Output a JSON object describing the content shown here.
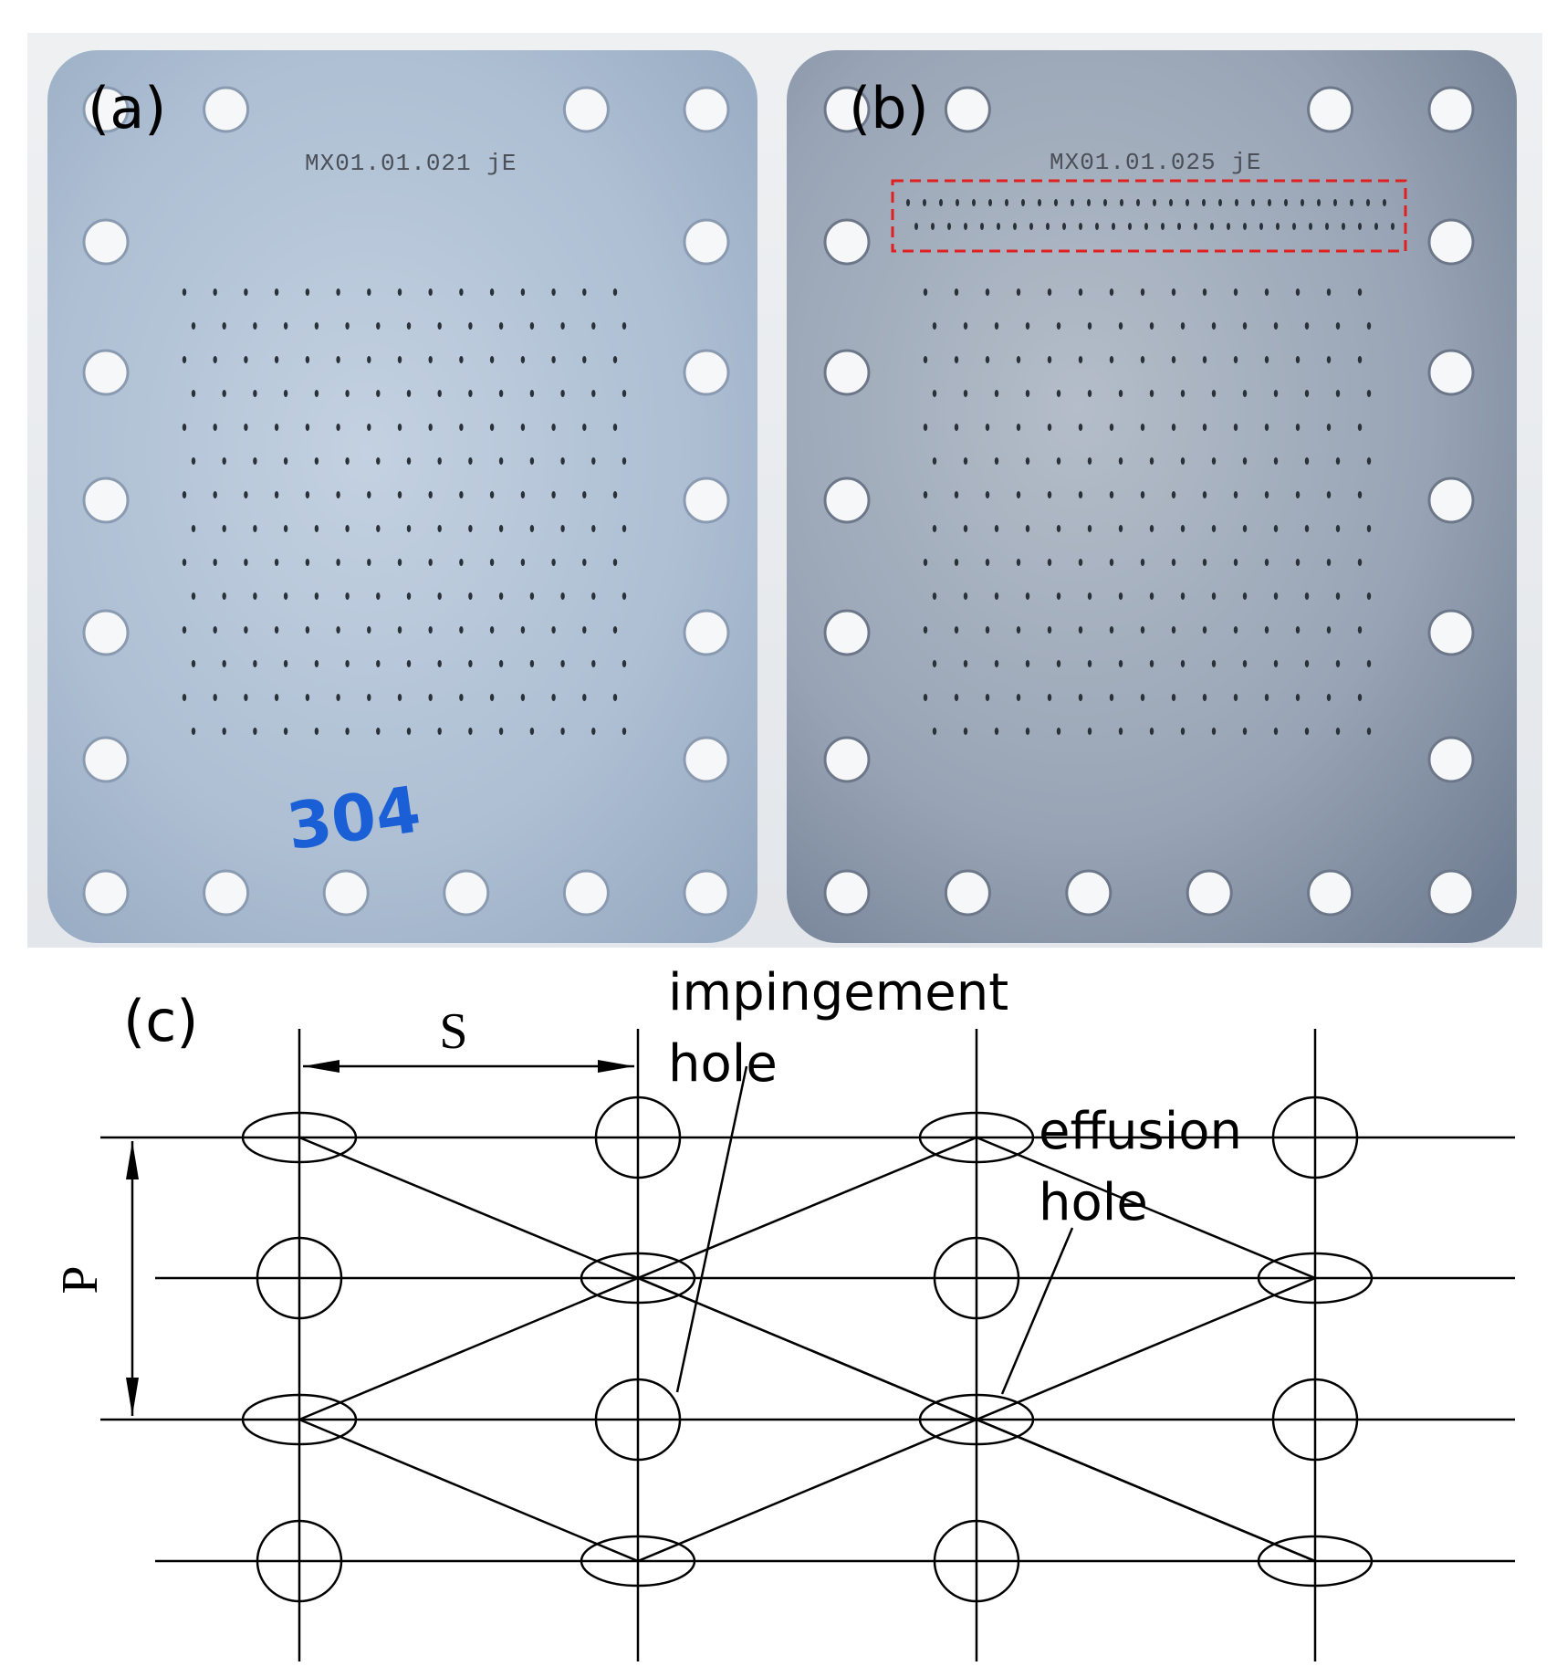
{
  "panels": {
    "a": {
      "label": "(a)",
      "serial": "MX01.01.021 jE",
      "marker": "304"
    },
    "b": {
      "label": "(b)",
      "serial": "MX01.01.025 jE"
    },
    "c": {
      "label": "(c)"
    }
  },
  "diagram": {
    "spacing_label": "S",
    "pitch_label": "P",
    "impingement_label_line1": "impingement",
    "impingement_label_line2": "hole",
    "effusion_label_line1": "effusion",
    "effusion_label_line2": "hole"
  },
  "colors": {
    "plate_a": "#aebfd3",
    "plate_b": "#9aa6b6",
    "highlight_box": "#e02020",
    "marker": "#1a5fd6",
    "lines": "#000000"
  }
}
